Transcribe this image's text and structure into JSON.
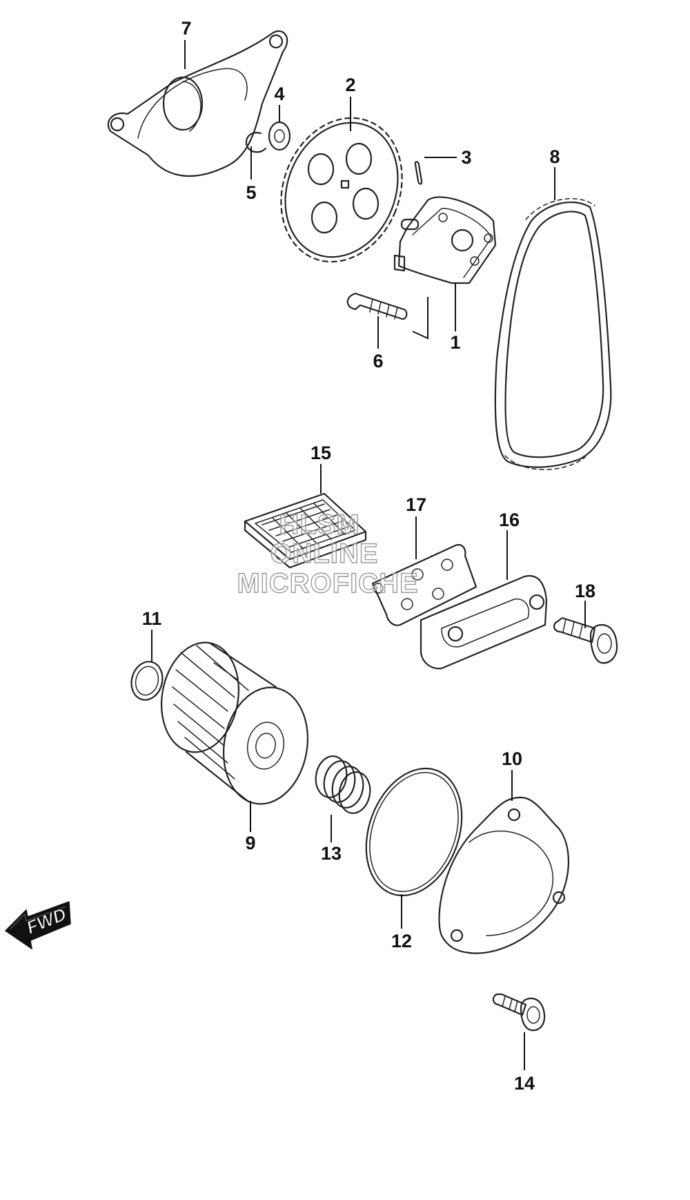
{
  "callouts": [
    "7",
    "2",
    "4",
    "3",
    "8",
    "5",
    "1",
    "6",
    "15",
    "17",
    "16",
    "18",
    "11",
    "10",
    "9",
    "13",
    "12",
    "14"
  ],
  "watermark": [
    "HLSM",
    "ONLINE",
    "MICROFICHE"
  ],
  "direction_badge": {
    "label": "FWD"
  },
  "part_icons": {
    "1": "oil-pump-icon",
    "2": "driven-gear-icon",
    "3": "pin-icon",
    "4": "washer-icon",
    "5": "circlip-icon",
    "6": "screw-icon",
    "7": "cover-plate-icon",
    "8": "drive-chain-icon",
    "9": "oil-filter-icon",
    "10": "filter-cap-icon",
    "11": "o-ring-icon",
    "12": "o-ring-large-icon",
    "13": "spring-icon",
    "14": "bolt-icon",
    "15": "strainer-icon",
    "16": "plate-icon",
    "17": "gasket-icon",
    "18": "bolt-icon"
  }
}
